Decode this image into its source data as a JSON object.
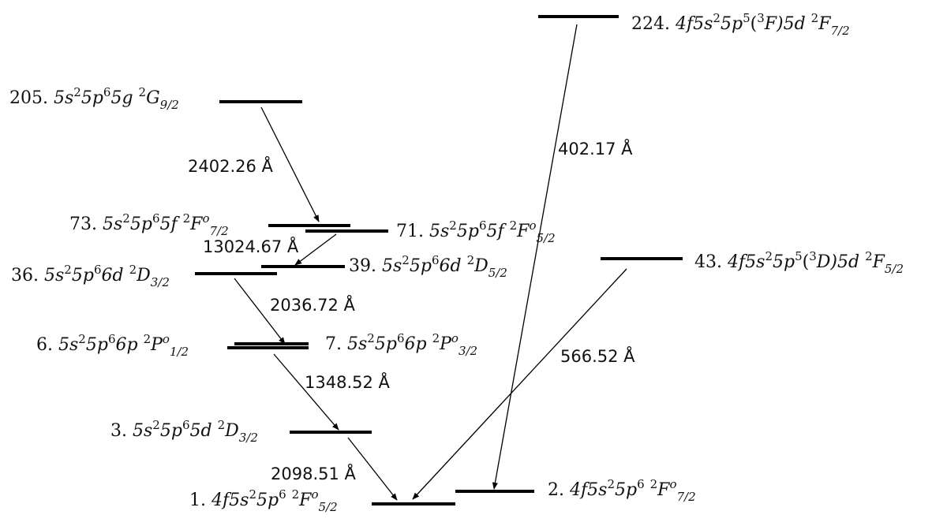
{
  "diagram": {
    "levels": [
      {
        "id": "L224",
        "num": "224.",
        "label": "4f5s²5p⁵(³F)5d ²F7/2",
        "parts": [
          "4f5s",
          "2",
          "5p",
          "5",
          "(",
          "3",
          "F)5d ",
          "2",
          "F",
          "7/2"
        ]
      },
      {
        "id": "L205",
        "num": "205.",
        "label": "5s²5p⁶5g ²G9/2",
        "parts": [
          "5s",
          "2",
          "5p",
          "6",
          "5g ",
          "2",
          "G",
          "9/2"
        ]
      },
      {
        "id": "L73",
        "num": "73.",
        "label": "5s²5p⁶5f ²F°7/2",
        "parts": [
          "5s",
          "2",
          "5p",
          "6",
          "5f ",
          "2",
          "F",
          "o",
          "7/2"
        ]
      },
      {
        "id": "L71",
        "num": "71.",
        "label": "5s²5p⁶5f ²F°5/2",
        "parts": [
          "5s",
          "2",
          "5p",
          "6",
          "5f ",
          "2",
          "F",
          "o",
          "5/2"
        ]
      },
      {
        "id": "L43",
        "num": "43.",
        "label": "4f5s²5p⁵(³D)5d ²F5/2",
        "parts": [
          "4f5s",
          "2",
          "5p",
          "5",
          "(",
          "3",
          "D)5d ",
          "2",
          "F",
          "5/2"
        ]
      },
      {
        "id": "L39",
        "num": "39.",
        "label": "5s²5p⁶6d ²D5/2",
        "parts": [
          "5s",
          "2",
          "5p",
          "6",
          "6d ",
          "2",
          "D",
          "5/2"
        ]
      },
      {
        "id": "L36",
        "num": "36.",
        "label": "5s²5p⁶6d ²D3/2",
        "parts": [
          "5s",
          "2",
          "5p",
          "6",
          "6d ",
          "2",
          "D",
          "3/2"
        ]
      },
      {
        "id": "L7",
        "num": "7.",
        "label": "5s²5p⁶6p ²P°3/2",
        "parts": [
          "5s",
          "2",
          "5p",
          "6",
          "6p ",
          "2",
          "P",
          "o",
          "3/2"
        ]
      },
      {
        "id": "L6",
        "num": "6.",
        "label": "5s²5p⁶6p ²P°1/2",
        "parts": [
          "5s",
          "2",
          "5p",
          "6",
          "6p ",
          "2",
          "P",
          "o",
          "1/2"
        ]
      },
      {
        "id": "L3",
        "num": "3.",
        "label": "5s²5p⁶5d ²D3/2",
        "parts": [
          "5s",
          "2",
          "5p",
          "6",
          "5d ",
          "2",
          "D",
          "3/2"
        ]
      },
      {
        "id": "L2",
        "num": "2.",
        "label": "4f5s²5p⁶ ²F°7/2",
        "parts": [
          "4f5s",
          "2",
          "5p",
          "6",
          " ",
          "2",
          "F",
          "o",
          "7/2"
        ]
      },
      {
        "id": "L1",
        "num": "1.",
        "label": "4f5s²5p⁶ ²F°5/2",
        "parts": [
          "4f5s",
          "2",
          "5p",
          "6",
          " ",
          "2",
          "F",
          "o",
          "5/2"
        ]
      }
    ],
    "transitions": [
      {
        "from": "L205",
        "to": "L73",
        "wavelength": "2402.26 Å"
      },
      {
        "from": "L71",
        "to": "L39",
        "wavelength": "13024.67 Å"
      },
      {
        "from": "L36",
        "to": "L7",
        "wavelength": "2036.72 Å"
      },
      {
        "from": "L6",
        "to": "L3",
        "wavelength": "1348.52 Å"
      },
      {
        "from": "L3",
        "to": "L1",
        "wavelength": "2098.51 Å"
      },
      {
        "from": "L224",
        "to": "L2",
        "wavelength": "402.17 Å"
      },
      {
        "from": "L43",
        "to": "L1",
        "wavelength": "566.52 Å"
      }
    ]
  }
}
